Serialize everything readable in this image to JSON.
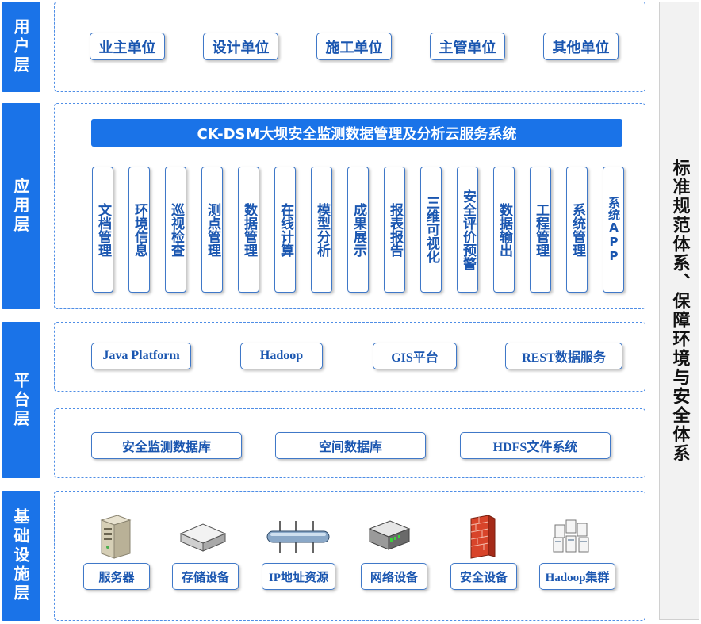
{
  "layers": {
    "user": "用户层",
    "app": "应用层",
    "platform": "平台层",
    "infra": "基础设施层"
  },
  "user_units": [
    "业主单位",
    "设计单位",
    "施工单位",
    "主管单位",
    "其他单位"
  ],
  "app_title": "CK-DSM大坝安全监测数据管理及分析云服务系统",
  "app_modules": [
    "文档管理",
    "环境信息",
    "巡视检查",
    "测点管理",
    "数据管理",
    "在线计算",
    "模型分析",
    "成果展示",
    "报表报告",
    "三维可视化",
    "安全评价预警",
    "数据输出",
    "工程管理",
    "系统管理",
    "系统APP"
  ],
  "platform_items": [
    "Java Platform",
    "Hadoop",
    "GIS平台",
    "REST数据服务"
  ],
  "data_items": [
    "安全监测数据库",
    "空间数据库",
    "HDFS文件系统"
  ],
  "infra_items": [
    "服务器",
    "存储设备",
    "IP地址资源",
    "网络设备",
    "安全设备",
    "Hadoop集群"
  ],
  "infra_icons": [
    "server-icon",
    "storage-icon",
    "ip-pipe-icon",
    "network-switch-icon",
    "firewall-icon",
    "cluster-icon"
  ],
  "side_panel": "标准规范体系、保障环境与安全体系",
  "colors": {
    "accent": "#1a73e8",
    "text_blue": "#1a56b0",
    "border": "#3f78c8",
    "dash": "#4f8ee6"
  }
}
